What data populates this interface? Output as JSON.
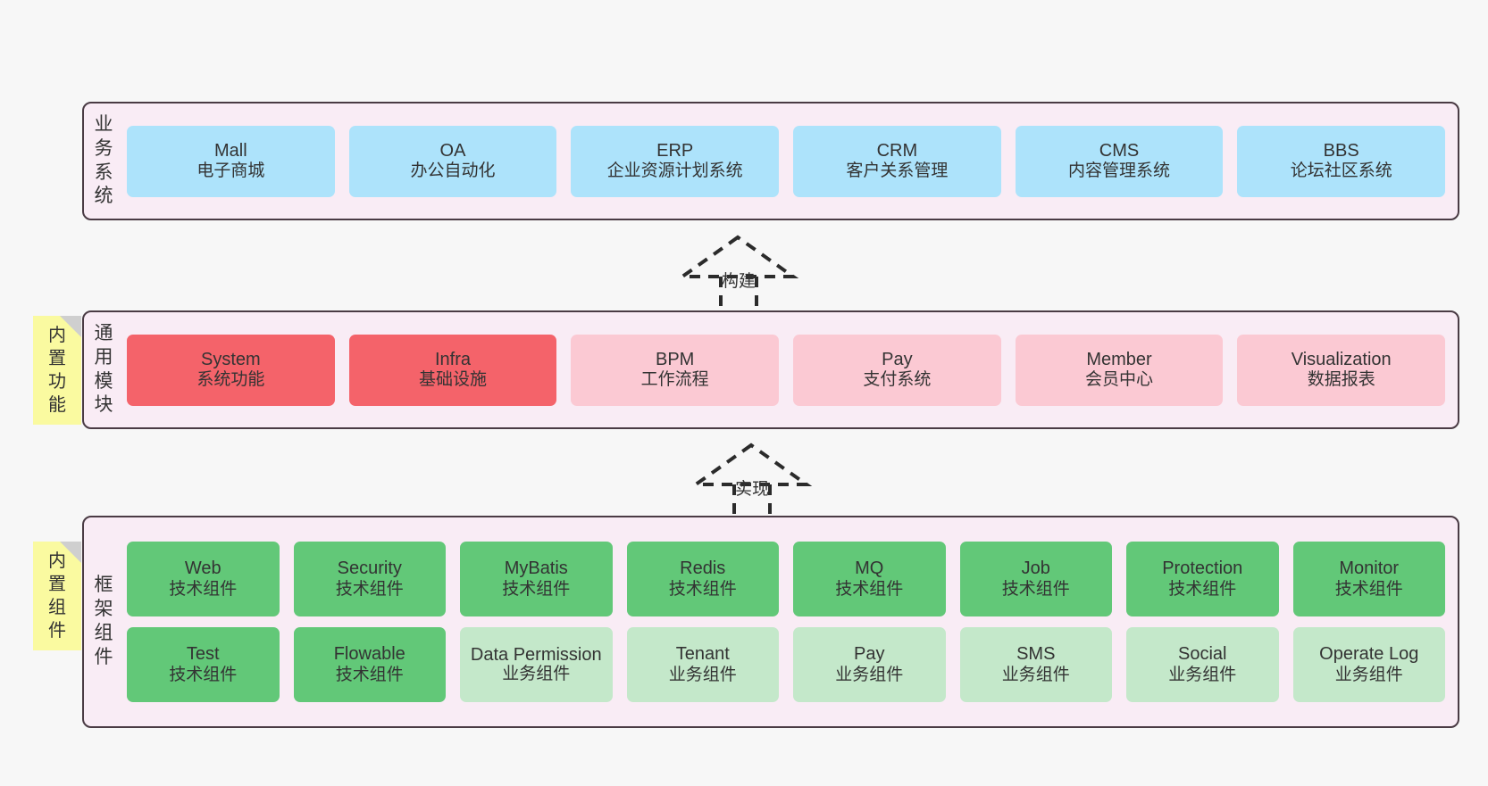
{
  "diagram": {
    "background_color": "#f7f7f7",
    "panel_color": "#f9ecf5",
    "panel_border_color": "#4a3b44",
    "sticky_color": "#fafaa0",
    "sticky_fold_color": "#cfcfcf"
  },
  "layers": [
    {
      "id": "business-systems",
      "label": "业务系统",
      "label_chars": [
        "业",
        "务",
        "系",
        "统"
      ],
      "sticky": null,
      "rows": [
        {
          "nodes": [
            {
              "en": "Mall",
              "cn": "电子商城",
              "color": "#ade3fb",
              "variant": "c-blue"
            },
            {
              "en": "OA",
              "cn": "办公自动化",
              "color": "#ade3fb",
              "variant": "c-blue"
            },
            {
              "en": "ERP",
              "cn": "企业资源计划系统",
              "color": "#ade3fb",
              "variant": "c-blue"
            },
            {
              "en": "CRM",
              "cn": "客户关系管理",
              "color": "#ade3fb",
              "variant": "c-blue"
            },
            {
              "en": "CMS",
              "cn": "内容管理系统",
              "color": "#ade3fb",
              "variant": "c-blue"
            },
            {
              "en": "BBS",
              "cn": "论坛社区系统",
              "color": "#ade3fb",
              "variant": "c-blue"
            }
          ]
        }
      ]
    },
    {
      "id": "common-modules",
      "label": "通用模块",
      "label_chars": [
        "通",
        "用",
        "模",
        "块"
      ],
      "sticky": {
        "label": "内置功能",
        "chars": [
          "内",
          "置",
          "功",
          "能"
        ]
      },
      "rows": [
        {
          "nodes": [
            {
              "en": "System",
              "cn": "系统功能",
              "color": "#f4636a",
              "variant": "c-red"
            },
            {
              "en": "Infra",
              "cn": "基础设施",
              "color": "#f4636a",
              "variant": "c-red"
            },
            {
              "en": "BPM",
              "cn": "工作流程",
              "color": "#fbc9d3",
              "variant": "c-pink"
            },
            {
              "en": "Pay",
              "cn": "支付系统",
              "color": "#fbc9d3",
              "variant": "c-pink"
            },
            {
              "en": "Member",
              "cn": "会员中心",
              "color": "#fbc9d3",
              "variant": "c-pink"
            },
            {
              "en": "Visualization",
              "cn": "数据报表",
              "color": "#fbc9d3",
              "variant": "c-pink"
            }
          ]
        }
      ]
    },
    {
      "id": "framework-components",
      "label": "框架组件",
      "label_chars": [
        "框",
        "架",
        "组",
        "件"
      ],
      "sticky": {
        "label": "内置组件",
        "chars": [
          "内",
          "置",
          "组",
          "件"
        ]
      },
      "rows": [
        {
          "nodes": [
            {
              "en": "Web",
              "cn": "技术组件",
              "color": "#62c878",
              "variant": "c-green"
            },
            {
              "en": "Security",
              "cn": "技术组件",
              "color": "#62c878",
              "variant": "c-green"
            },
            {
              "en": "MyBatis",
              "cn": "技术组件",
              "color": "#62c878",
              "variant": "c-green"
            },
            {
              "en": "Redis",
              "cn": "技术组件",
              "color": "#62c878",
              "variant": "c-green"
            },
            {
              "en": "MQ",
              "cn": "技术组件",
              "color": "#62c878",
              "variant": "c-green"
            },
            {
              "en": "Job",
              "cn": "技术组件",
              "color": "#62c878",
              "variant": "c-green"
            },
            {
              "en": "Protection",
              "cn": "技术组件",
              "color": "#62c878",
              "variant": "c-green"
            },
            {
              "en": "Monitor",
              "cn": "技术组件",
              "color": "#62c878",
              "variant": "c-green"
            }
          ]
        },
        {
          "nodes": [
            {
              "en": "Test",
              "cn": "技术组件",
              "color": "#62c878",
              "variant": "c-green"
            },
            {
              "en": "Flowable",
              "cn": "技术组件",
              "color": "#62c878",
              "variant": "c-green"
            },
            {
              "en": "Data Permission",
              "cn": "业务组件",
              "color": "#c4e8ca",
              "variant": "c-greenlight"
            },
            {
              "en": "Tenant",
              "cn": "业务组件",
              "color": "#c4e8ca",
              "variant": "c-greenlight"
            },
            {
              "en": "Pay",
              "cn": "业务组件",
              "color": "#c4e8ca",
              "variant": "c-greenlight"
            },
            {
              "en": "SMS",
              "cn": "业务组件",
              "color": "#c4e8ca",
              "variant": "c-greenlight"
            },
            {
              "en": "Social",
              "cn": "业务组件",
              "color": "#c4e8ca",
              "variant": "c-greenlight"
            },
            {
              "en": "Operate Log",
              "cn": "业务组件",
              "color": "#c4e8ca",
              "variant": "c-greenlight"
            }
          ]
        }
      ]
    }
  ],
  "connectors": [
    {
      "id": "build",
      "label": "构建",
      "from": "common-modules",
      "to": "business-systems",
      "style": "dashed-hollow-arrow-up"
    },
    {
      "id": "implement",
      "label": "实现",
      "from": "framework-components",
      "to": "common-modules",
      "style": "dashed-hollow-arrow-up"
    }
  ]
}
